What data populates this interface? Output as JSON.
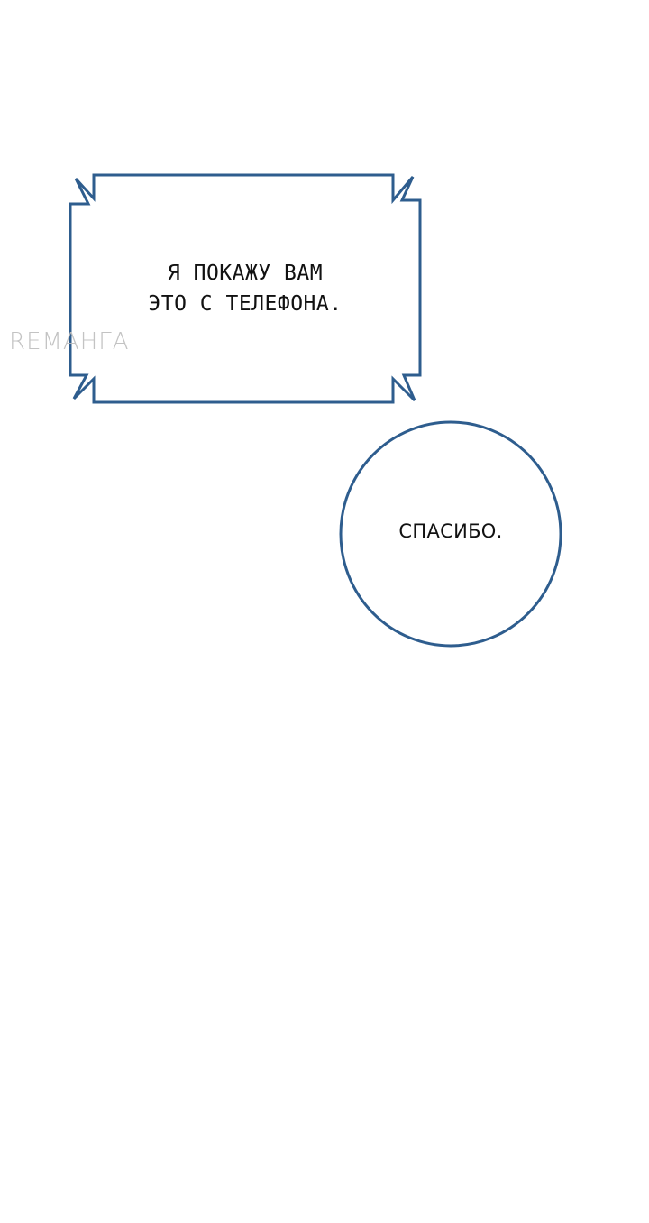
{
  "panel": {
    "box_bubble": {
      "lines": [
        "Я ПОКАЖУ ВАМ",
        "ЭТО С ТЕЛЕФОНА."
      ]
    },
    "round_bubble": {
      "text": "СПАСИБО."
    },
    "watermark": "REМАНГА"
  },
  "colors": {
    "bubble_stroke": "#2e5d8e",
    "text": "#111111",
    "watermark": "#bdbdbd",
    "background": "#ffffff"
  }
}
